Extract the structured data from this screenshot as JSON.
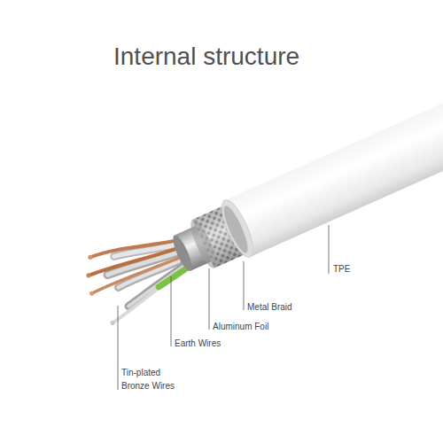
{
  "diagram": {
    "title": "Internal structure",
    "labels": [
      "TPE",
      "Metal Braid",
      "Aluminum Foil",
      "Earth Wires",
      "Tin-plated Bronze Wires"
    ]
  }
}
